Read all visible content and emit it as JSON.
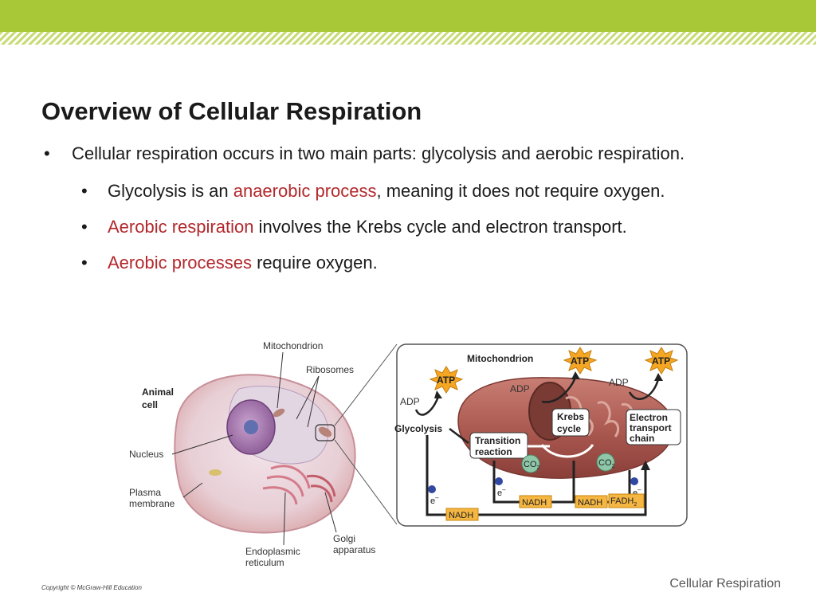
{
  "slide": {
    "title": "Overview of Cellular Respiration",
    "bullet_main": "Cellular respiration occurs in two main parts: glycolysis and aerobic respiration.",
    "sub_bullets": [
      {
        "pre": "Glycolysis is an ",
        "hl": "anaerobic process",
        "post": ", meaning it does not require oxygen."
      },
      {
        "pre": "",
        "hl": "Aerobic respiration",
        "post": " involves the Krebs cycle and electron transport."
      },
      {
        "pre": "",
        "hl": "Aerobic processes",
        "post": " require oxygen."
      }
    ],
    "bullet_symbol": "•",
    "copyright": "Copyright © McGraw-Hill Education",
    "footer": "Cellular Respiration"
  },
  "figure": {
    "cell_labels": {
      "mitochondrion": "Mitochondrion",
      "ribosomes": "Ribosomes",
      "animal": "Animal",
      "cell": "cell",
      "nucleus": "Nucleus",
      "plasma": "Plasma",
      "membrane": "membrane",
      "golgi": "Golgi",
      "apparatus": "apparatus",
      "endoplasmic": "Endoplasmic",
      "reticulum": "reticulum"
    },
    "inset_labels": {
      "title": "Mitochondrion",
      "atp": "ATP",
      "adp": "ADP",
      "glycolysis": "Glycolysis",
      "transition": "Transition",
      "reaction": "reaction",
      "krebs": "Krebs",
      "cycle": "cycle",
      "electron": "Electron",
      "transport": "transport",
      "chain": "chain",
      "co2": "CO",
      "co2_sub": "2",
      "nadh": "NADH",
      "fadh": "FADH",
      "fadh_sub": "2",
      "e": "e",
      "e_sup": "–"
    }
  },
  "colors": {
    "brand_green": "#a8c838",
    "highlight_red": "#b3282c",
    "atp_orange": "#f5a623",
    "nadh_box": "#f5b642",
    "mito_outer": "#b8645a"
  }
}
